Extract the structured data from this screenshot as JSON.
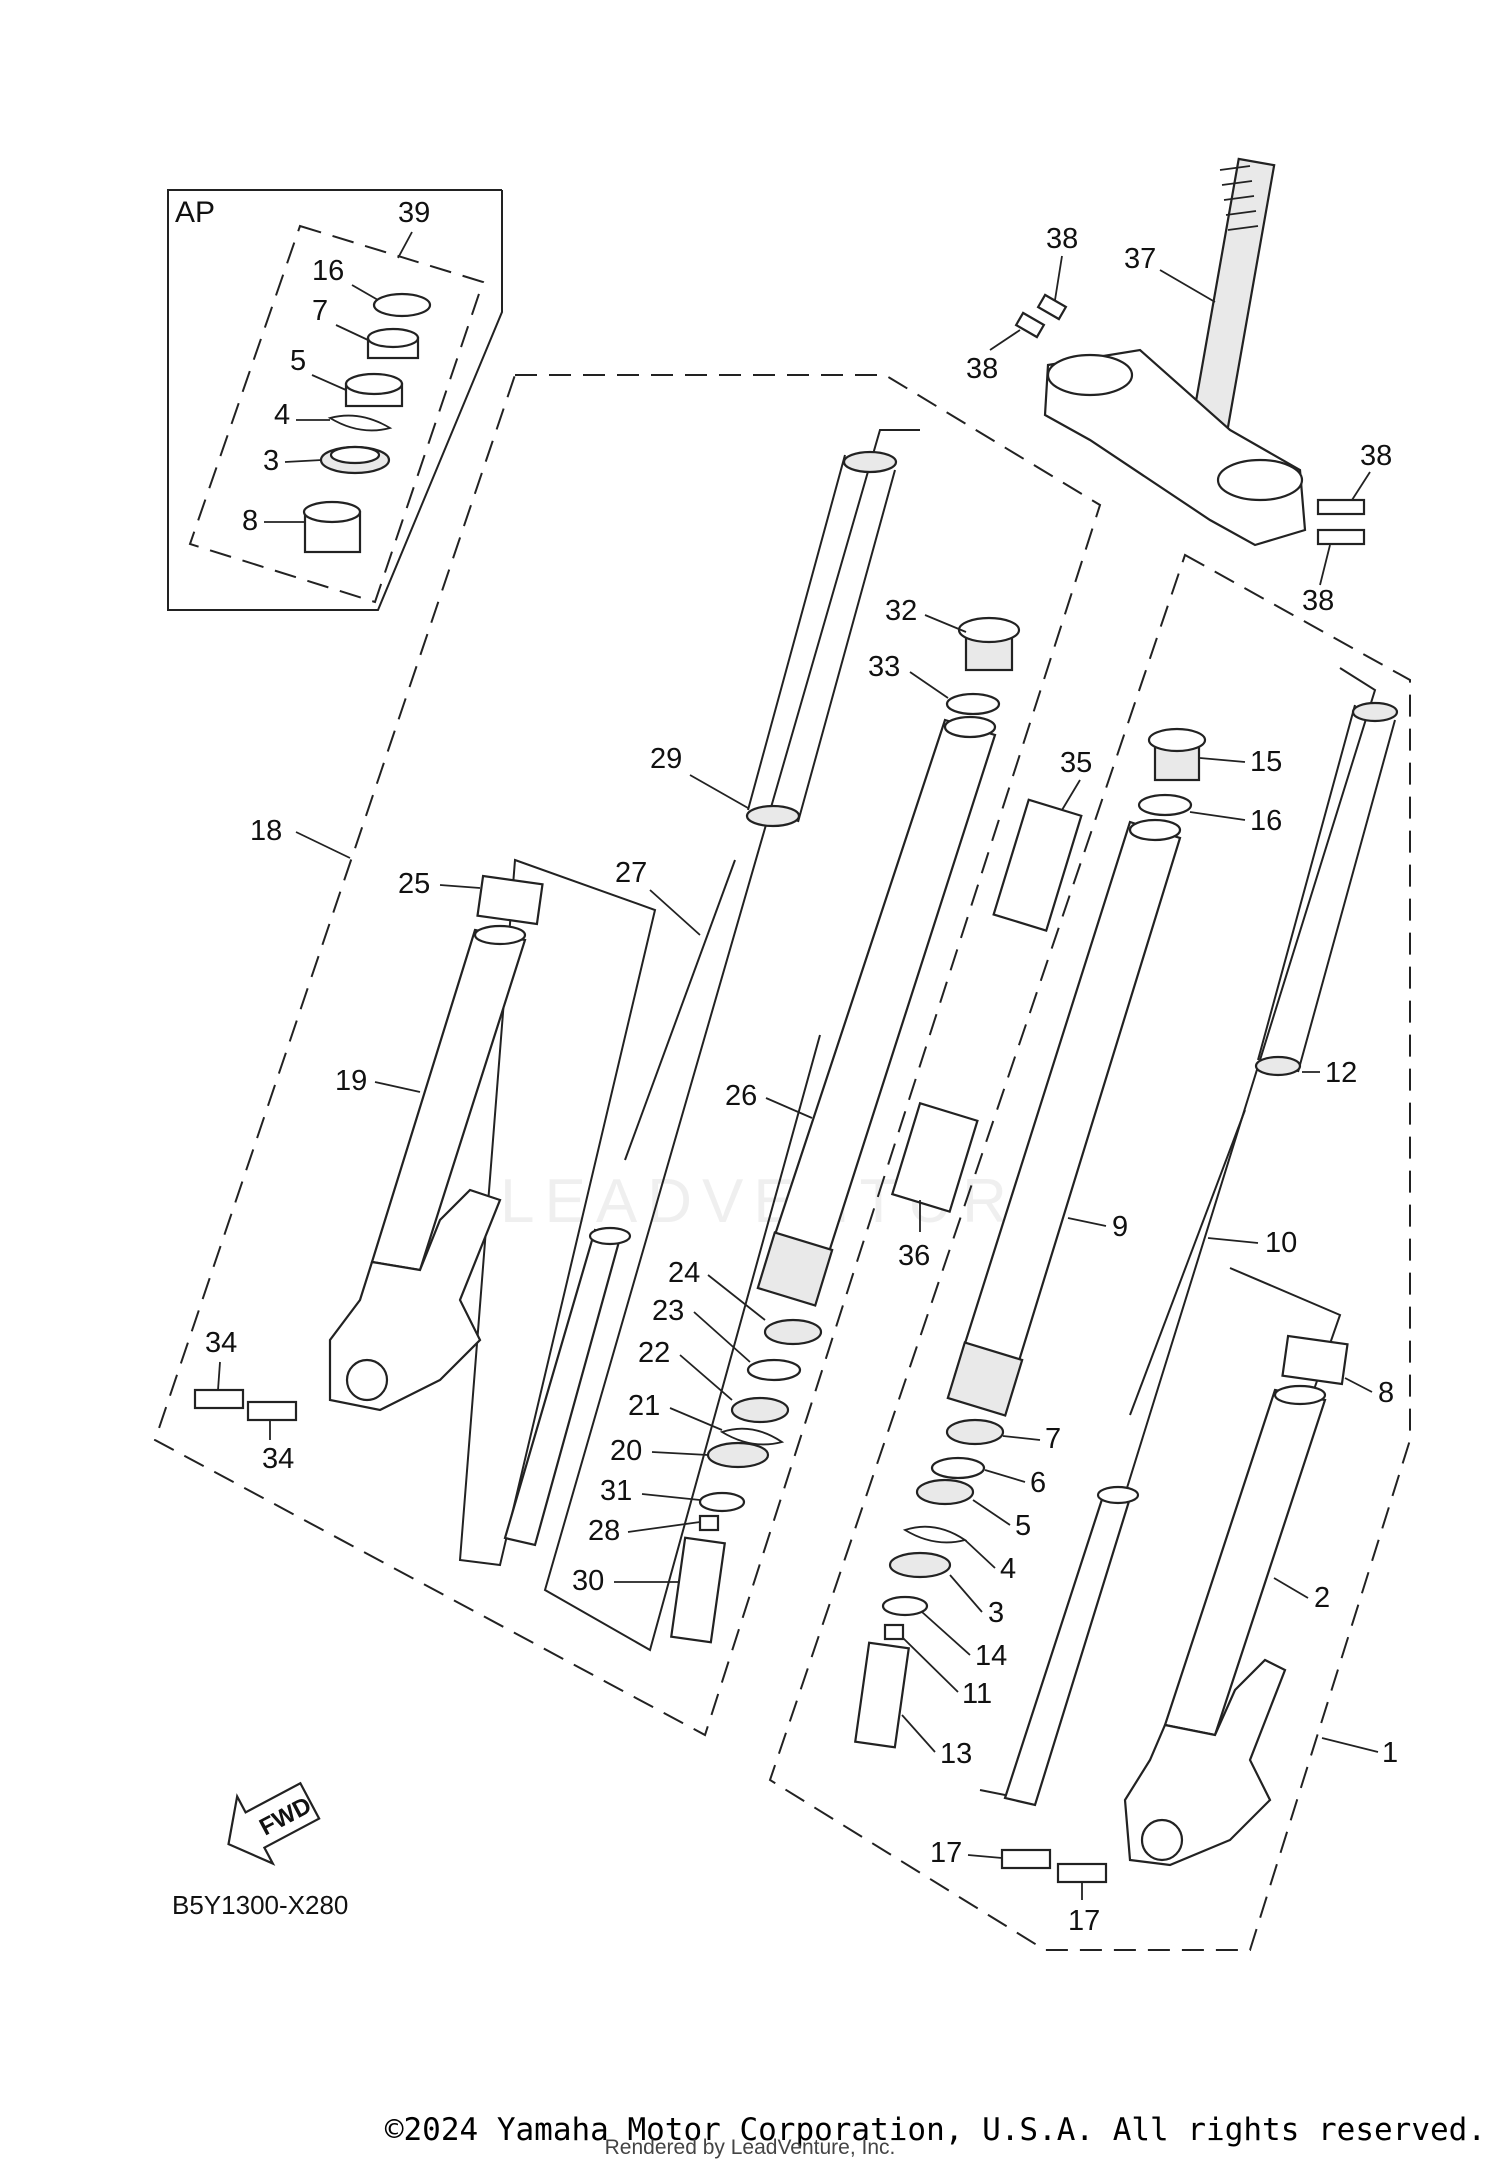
{
  "diagram": {
    "inset": {
      "label": "AP",
      "group": "39",
      "callouts": [
        "16",
        "7",
        "5",
        "4",
        "3",
        "8"
      ]
    },
    "callouts": [
      {
        "id": "c1",
        "text": "1"
      },
      {
        "id": "c2",
        "text": "2"
      },
      {
        "id": "c3",
        "text": "3"
      },
      {
        "id": "c4",
        "text": "4"
      },
      {
        "id": "c5",
        "text": "5"
      },
      {
        "id": "c6",
        "text": "6"
      },
      {
        "id": "c7",
        "text": "7"
      },
      {
        "id": "c8",
        "text": "8"
      },
      {
        "id": "c9",
        "text": "9"
      },
      {
        "id": "c10",
        "text": "10"
      },
      {
        "id": "c11",
        "text": "11"
      },
      {
        "id": "c12",
        "text": "12"
      },
      {
        "id": "c13",
        "text": "13"
      },
      {
        "id": "c14",
        "text": "14"
      },
      {
        "id": "c15",
        "text": "15"
      },
      {
        "id": "c16",
        "text": "16"
      },
      {
        "id": "c17a",
        "text": "17"
      },
      {
        "id": "c17b",
        "text": "17"
      },
      {
        "id": "c18",
        "text": "18"
      },
      {
        "id": "c19",
        "text": "19"
      },
      {
        "id": "c20",
        "text": "20"
      },
      {
        "id": "c21",
        "text": "21"
      },
      {
        "id": "c22",
        "text": "22"
      },
      {
        "id": "c23",
        "text": "23"
      },
      {
        "id": "c24",
        "text": "24"
      },
      {
        "id": "c25",
        "text": "25"
      },
      {
        "id": "c26",
        "text": "26"
      },
      {
        "id": "c27",
        "text": "27"
      },
      {
        "id": "c28",
        "text": "28"
      },
      {
        "id": "c29",
        "text": "29"
      },
      {
        "id": "c30",
        "text": "30"
      },
      {
        "id": "c31",
        "text": "31"
      },
      {
        "id": "c32",
        "text": "32"
      },
      {
        "id": "c33",
        "text": "33"
      },
      {
        "id": "c34a",
        "text": "34"
      },
      {
        "id": "c34b",
        "text": "34"
      },
      {
        "id": "c35",
        "text": "35"
      },
      {
        "id": "c36",
        "text": "36"
      },
      {
        "id": "c37",
        "text": "37"
      },
      {
        "id": "c38a",
        "text": "38"
      },
      {
        "id": "c38b",
        "text": "38"
      },
      {
        "id": "c38c",
        "text": "38"
      },
      {
        "id": "c38d",
        "text": "38"
      }
    ],
    "fwd_label": "FWD",
    "diagram_code": "B5Y1300-X280",
    "watermark": "LEADVENTURE"
  },
  "footer": {
    "copyright": "©2024 Yamaha Motor Corporation, U.S.A. All rights reserved.",
    "rendered_by": "Rendered by LeadVenture, Inc."
  }
}
